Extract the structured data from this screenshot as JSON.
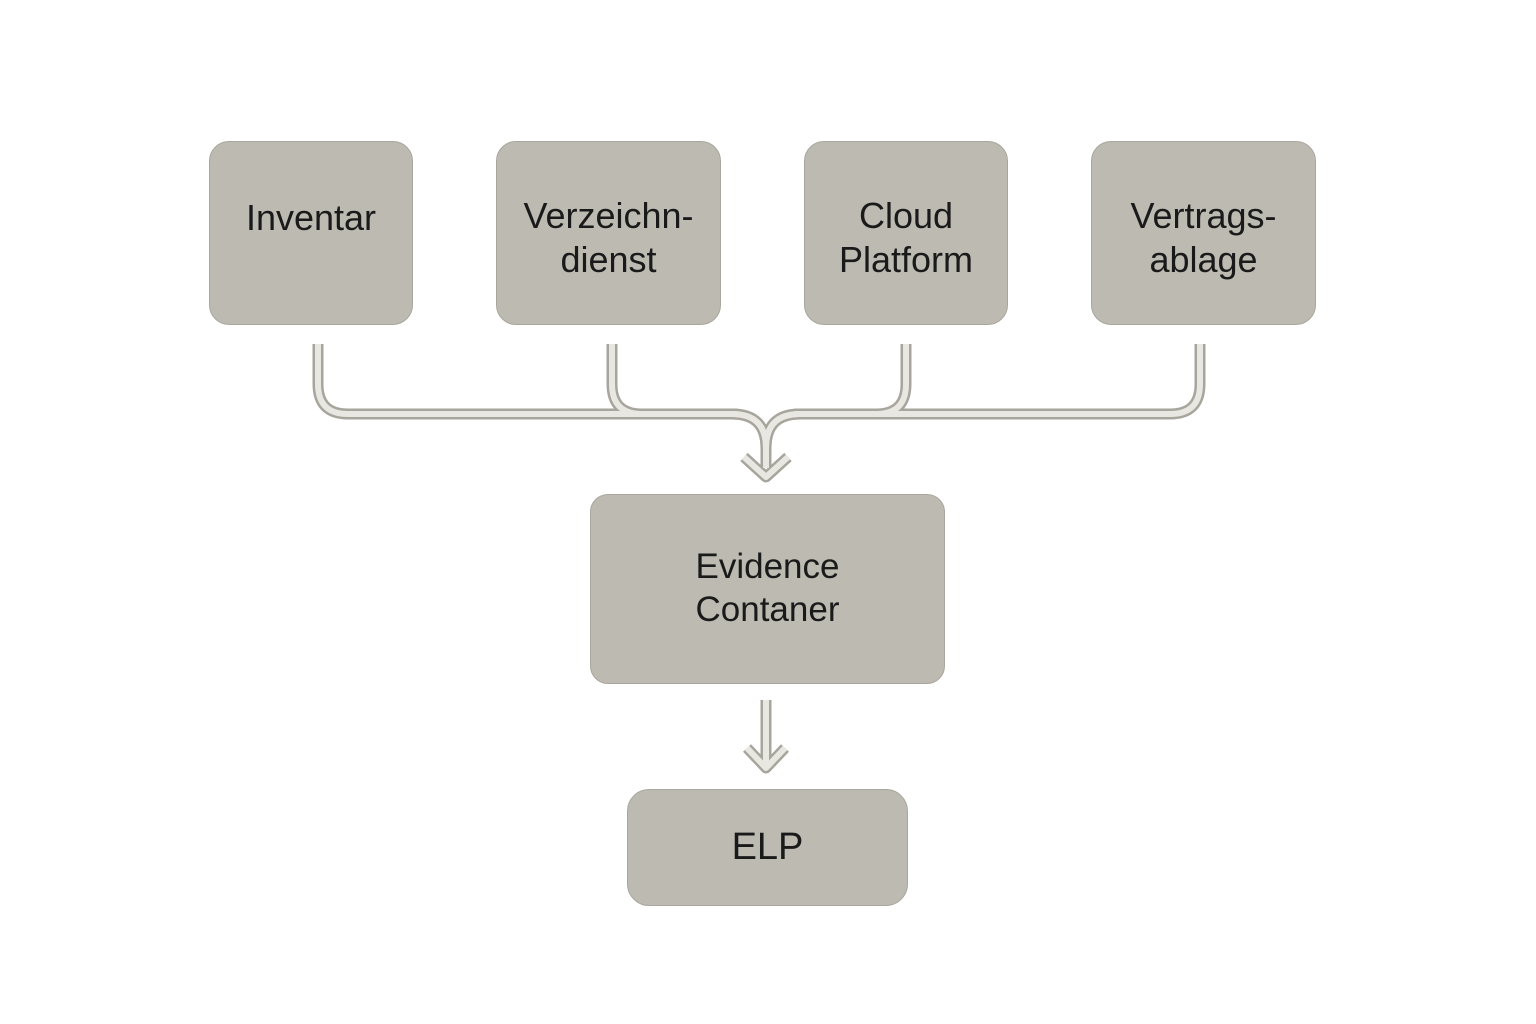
{
  "diagram": {
    "sources": [
      {
        "id": "inventar",
        "lines": [
          "Inventar"
        ]
      },
      {
        "id": "verzeichnisdienst",
        "lines": [
          "Verzeichn-",
          "dienst"
        ]
      },
      {
        "id": "cloud",
        "lines": [
          "Cloud",
          "Platform"
        ]
      },
      {
        "id": "vertrag",
        "lines": [
          "Vertrags-",
          "ablage"
        ]
      }
    ],
    "aggregator": {
      "lines": [
        "Evidence",
        "Contaner"
      ]
    },
    "target": {
      "lines": [
        "ELP"
      ]
    },
    "colors": {
      "box_fill": "#bdbab1",
      "box_border": "#a9a69d",
      "connector": "#b5b2aa",
      "text": "#1a1a1a",
      "background": "#ffffff"
    }
  }
}
